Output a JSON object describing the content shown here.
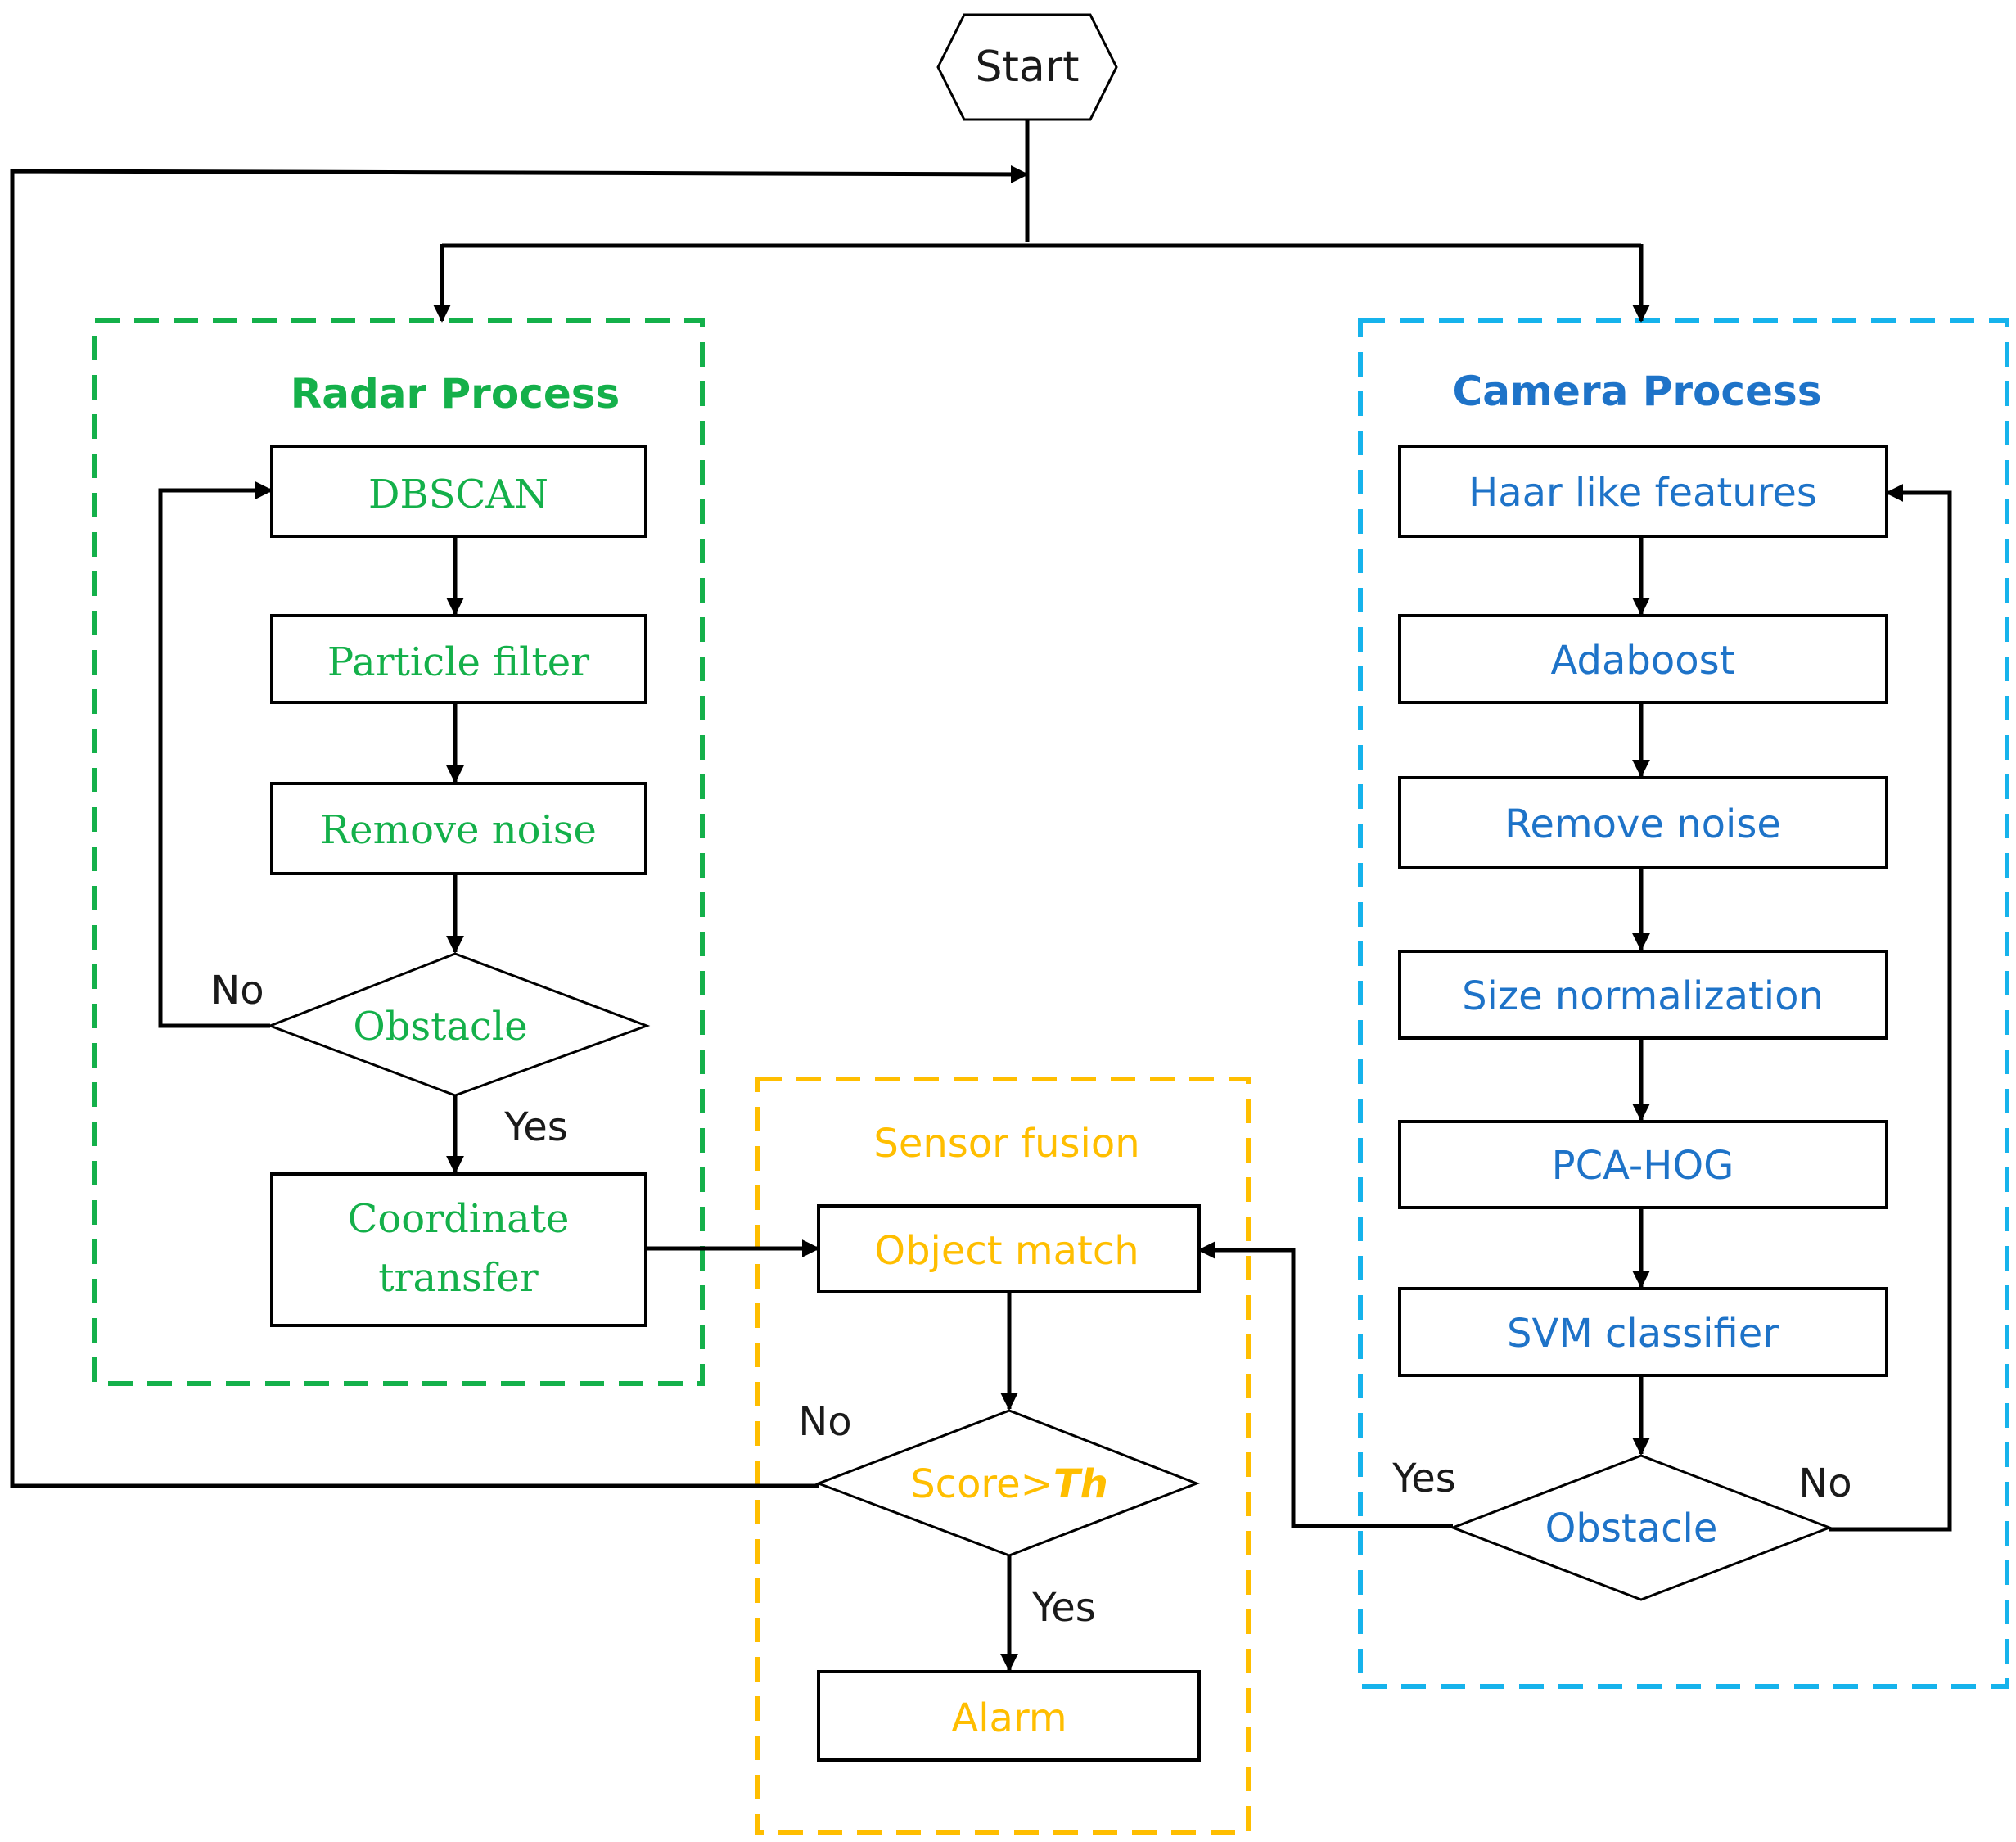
{
  "colors": {
    "radar": "#14b04a",
    "camera": "#1e73c8",
    "camera_border": "#16b3ec",
    "fusion": "#ffbe00",
    "line": "#000000",
    "text": "#1a1a1a"
  },
  "start": {
    "label": "Start"
  },
  "radar": {
    "title": "Radar Process",
    "dbscan": "DBSCAN",
    "particle_filter": "Particle filter",
    "remove_noise": "Remove noise",
    "obstacle": "Obstacle",
    "no": "No",
    "yes": "Yes",
    "coordinate_line1": "Coordinate",
    "coordinate_line2": "transfer"
  },
  "camera": {
    "title": "Camera Process",
    "haar": "Haar like features",
    "adaboost": "Adaboost",
    "remove_noise": "Remove noise",
    "size_norm": "Size normalization",
    "pca_hog": "PCA-HOG",
    "svm": "SVM classifier",
    "obstacle": "Obstacle",
    "yes": "Yes",
    "no": "No"
  },
  "fusion": {
    "title": "Sensor fusion",
    "object_match": "Object match",
    "score_prefix": "Score>",
    "score_th": "Th",
    "no": "No",
    "yes": "Yes",
    "alarm": "Alarm"
  }
}
